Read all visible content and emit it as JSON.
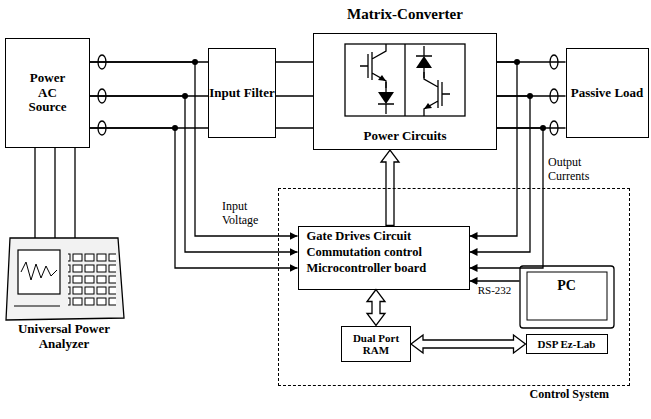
{
  "diagram": {
    "nodes": [
      {
        "text": [
          "Power AC Source"
        ]
      },
      {
        "text": [
          "Input Filter"
        ]
      },
      {
        "text": [
          "Matrix-Converter",
          "Power Circuits"
        ]
      },
      {
        "text": [
          "Passive Load"
        ]
      },
      {
        "text": [
          "Universal Power Analyzer"
        ]
      },
      {
        "text": [
          "Control System"
        ]
      },
      {
        "text": [
          "Gate Drives Circuit",
          "Commutation control",
          "Microcontroller board"
        ],
        "in": 5
      },
      {
        "text": [
          "Dual Port RAM"
        ],
        "in": 5
      },
      {
        "text": [
          "PC"
        ],
        "in": 5
      },
      {
        "text": [
          "DSP Ez-Lab"
        ],
        "in": 8
      }
    ],
    "edges": [
      {
        "from": 0,
        "to": 1,
        "arrow": "none"
      },
      {
        "from": 0,
        "to": 1,
        "arrow": "none"
      },
      {
        "from": 0,
        "to": 1,
        "arrow": "none"
      },
      {
        "from": 1,
        "to": 2,
        "arrow": "none"
      },
      {
        "from": 1,
        "to": 2,
        "arrow": "none"
      },
      {
        "from": 1,
        "to": 2,
        "arrow": "none"
      },
      {
        "from": 2,
        "to": 3,
        "arrow": "none"
      },
      {
        "from": 2,
        "to": 3,
        "arrow": "none"
      },
      {
        "from": 2,
        "to": 3,
        "arrow": "none"
      },
      {
        "from": 4,
        "to": 0,
        "arrow": "none"
      },
      {
        "from": 4,
        "to": 0,
        "arrow": "none"
      },
      {
        "from": 4,
        "to": 0,
        "arrow": "none"
      },
      {
        "from": 0,
        "to": 6,
        "arrow": "to"
      },
      {
        "from": 0,
        "to": 6,
        "arrow": "to"
      },
      {
        "from": 0,
        "to": 6,
        "arrow": "to"
      },
      {
        "from": 2,
        "to": 6,
        "arrow": "to"
      },
      {
        "from": 2,
        "to": 6,
        "arrow": "to"
      },
      {
        "from": 2,
        "to": 6,
        "arrow": "to"
      },
      {
        "from": 6,
        "to": 2,
        "arrow": "to"
      },
      {
        "from": 6,
        "to": 7,
        "arrow": "both"
      },
      {
        "from": 7,
        "to": 9,
        "arrow": "both"
      },
      {
        "from": 8,
        "to": 6,
        "label": "RS-232",
        "arrow": "to"
      }
    ],
    "labels": [
      "Input Voltage",
      "Output Currents"
    ]
  }
}
